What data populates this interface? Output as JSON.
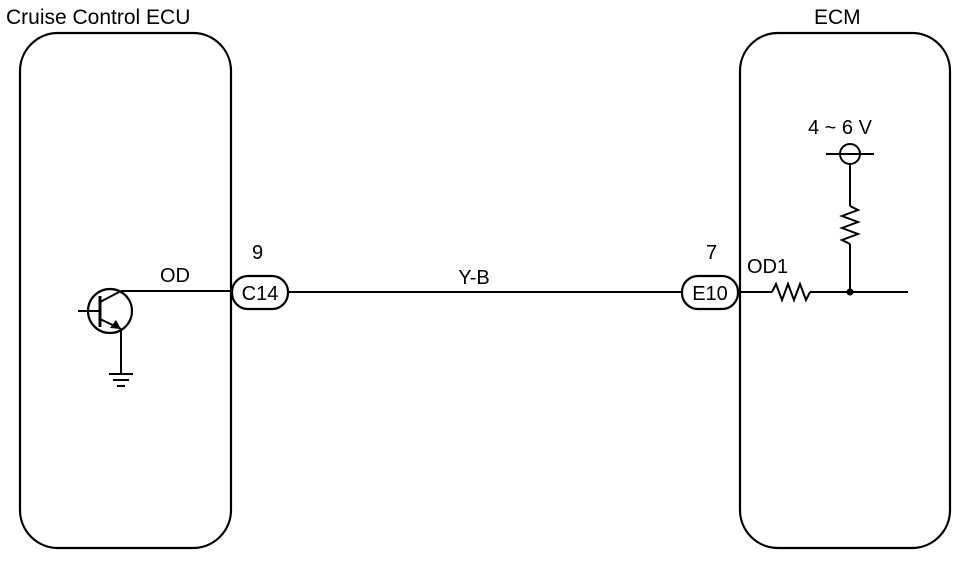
{
  "ecu_left": {
    "title": "Cruise Control ECU",
    "signal": "OD",
    "pin": "9",
    "connector": "C14"
  },
  "wire": {
    "color_code": "Y-B"
  },
  "ecu_right": {
    "title": "ECM",
    "voltage": "4 ~ 6 V",
    "pin": "7",
    "connector": "E10",
    "signal": "OD1"
  },
  "colors": {
    "line": "#000000",
    "background": "#ffffff"
  },
  "icons": [
    "transistor-icon",
    "ground-icon",
    "resistor-icon",
    "voltage-source-icon",
    "junction-dot-icon"
  ]
}
